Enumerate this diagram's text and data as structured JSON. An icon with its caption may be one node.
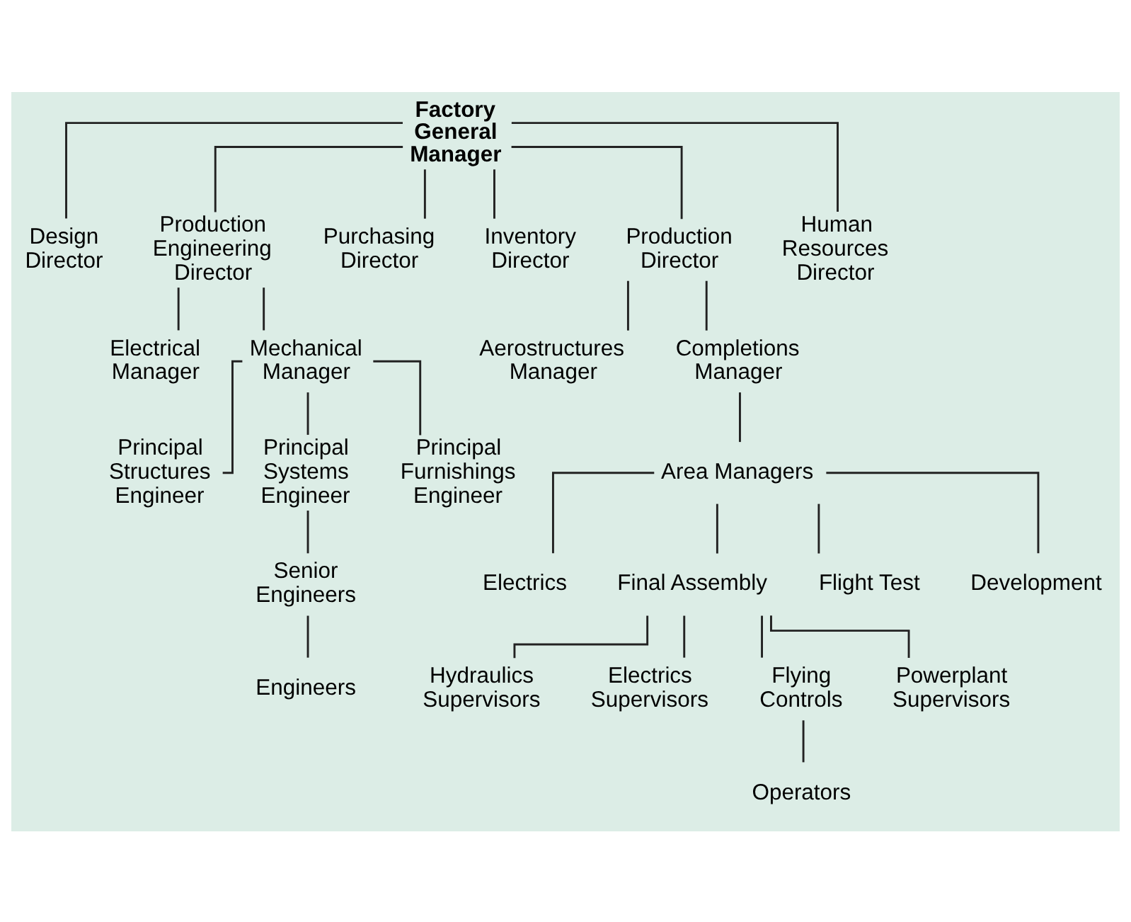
{
  "diagram": {
    "nodes": [
      {
        "text": [
          "Factory General Manager"
        ]
      },
      {
        "text": [
          "Design Director"
        ]
      },
      {
        "text": [
          "Production Engineering Director"
        ]
      },
      {
        "text": [
          "Purchasing Director"
        ]
      },
      {
        "text": [
          "Inventory Director"
        ]
      },
      {
        "text": [
          "Production Director"
        ]
      },
      {
        "text": [
          "Human Resources Director"
        ]
      },
      {
        "text": [
          "Electrical Manager"
        ]
      },
      {
        "text": [
          "Mechanical Manager"
        ]
      },
      {
        "text": [
          "Principal Structures Engineer"
        ]
      },
      {
        "text": [
          "Principal Systems Engineer"
        ]
      },
      {
        "text": [
          "Principal Furnishings Engineer"
        ]
      },
      {
        "text": [
          "Senior Engineers"
        ]
      },
      {
        "text": [
          "Engineers"
        ]
      },
      {
        "text": [
          "Aerostructures Manager"
        ]
      },
      {
        "text": [
          "Completions Manager"
        ]
      },
      {
        "text": [
          "Area Managers"
        ]
      },
      {
        "text": [
          "Electrics"
        ]
      },
      {
        "text": [
          "Final Assembly"
        ]
      },
      {
        "text": [
          "Flight Test"
        ]
      },
      {
        "text": [
          "Development"
        ]
      },
      {
        "text": [
          "Hydraulics Supervisors"
        ]
      },
      {
        "text": [
          "Electrics Supervisors"
        ]
      },
      {
        "text": [
          "Flying Controls"
        ]
      },
      {
        "text": [
          "Powerplant Supervisors"
        ]
      },
      {
        "text": [
          "Operators"
        ]
      }
    ],
    "edges": [
      {
        "from": 0,
        "to": 1,
        "arrow": "none"
      },
      {
        "from": 0,
        "to": 2,
        "arrow": "none"
      },
      {
        "from": 0,
        "to": 3,
        "arrow": "none"
      },
      {
        "from": 0,
        "to": 4,
        "arrow": "none"
      },
      {
        "from": 0,
        "to": 5,
        "arrow": "none"
      },
      {
        "from": 0,
        "to": 6,
        "arrow": "none"
      },
      {
        "from": 2,
        "to": 7,
        "arrow": "none"
      },
      {
        "from": 2,
        "to": 8,
        "arrow": "none"
      },
      {
        "from": 8,
        "to": 9,
        "arrow": "none"
      },
      {
        "from": 8,
        "to": 10,
        "arrow": "none"
      },
      {
        "from": 8,
        "to": 11,
        "arrow": "none"
      },
      {
        "from": 10,
        "to": 12,
        "arrow": "none"
      },
      {
        "from": 12,
        "to": 13,
        "arrow": "none"
      },
      {
        "from": 5,
        "to": 14,
        "arrow": "none"
      },
      {
        "from": 5,
        "to": 15,
        "arrow": "none"
      },
      {
        "from": 15,
        "to": 16,
        "arrow": "none"
      },
      {
        "from": 16,
        "to": 17,
        "arrow": "none"
      },
      {
        "from": 16,
        "to": 18,
        "arrow": "none"
      },
      {
        "from": 16,
        "to": 19,
        "arrow": "none"
      },
      {
        "from": 16,
        "to": 20,
        "arrow": "none"
      },
      {
        "from": 18,
        "to": 21,
        "arrow": "none"
      },
      {
        "from": 18,
        "to": 22,
        "arrow": "none"
      },
      {
        "from": 18,
        "to": 23,
        "arrow": "none"
      },
      {
        "from": 18,
        "to": 24,
        "arrow": "none"
      },
      {
        "from": 23,
        "to": 25,
        "arrow": "none"
      }
    ]
  }
}
